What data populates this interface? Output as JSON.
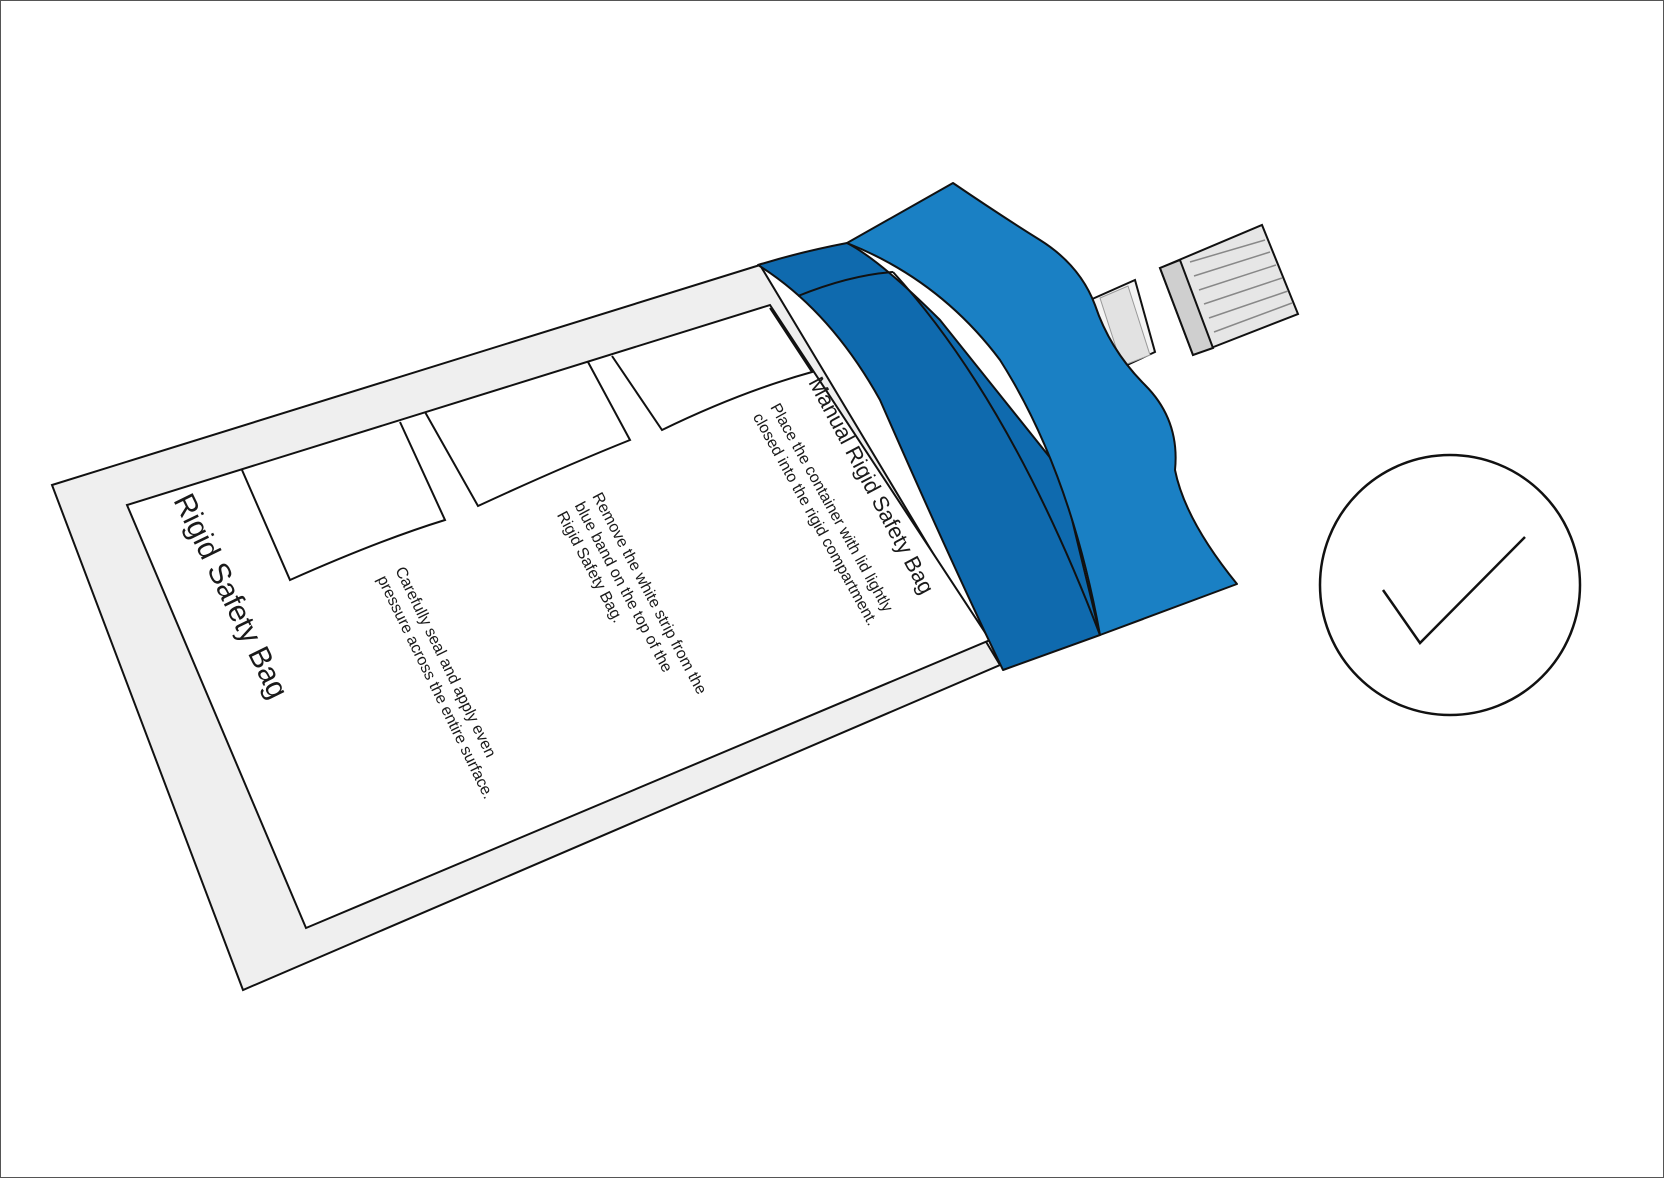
{
  "bag": {
    "title": "Rigid Safety Bag",
    "heading": "Manual Rigid Safety Bag",
    "step1_line1": "Place the container with lid lightly",
    "step1_line2": "closed into the rigid compartment.",
    "step2_line1": "Remove the white strip from the",
    "step2_line2": "blue band on the top of the",
    "step2_line3": "Rigid Safety Bag.",
    "step3_line1": "Carefully seal and apply even",
    "step3_line2": "pressure across the entire surface."
  },
  "colors": {
    "bag_border": "#efefef",
    "label_panel": "#ffffff",
    "band_dark": "#0f6aae",
    "band_light": "#1a80c4",
    "cap": "#e6e6e6",
    "outline": "#111111"
  },
  "icons": {
    "status": "checkmark-circle-icon",
    "container": "sample-tube-icon"
  }
}
